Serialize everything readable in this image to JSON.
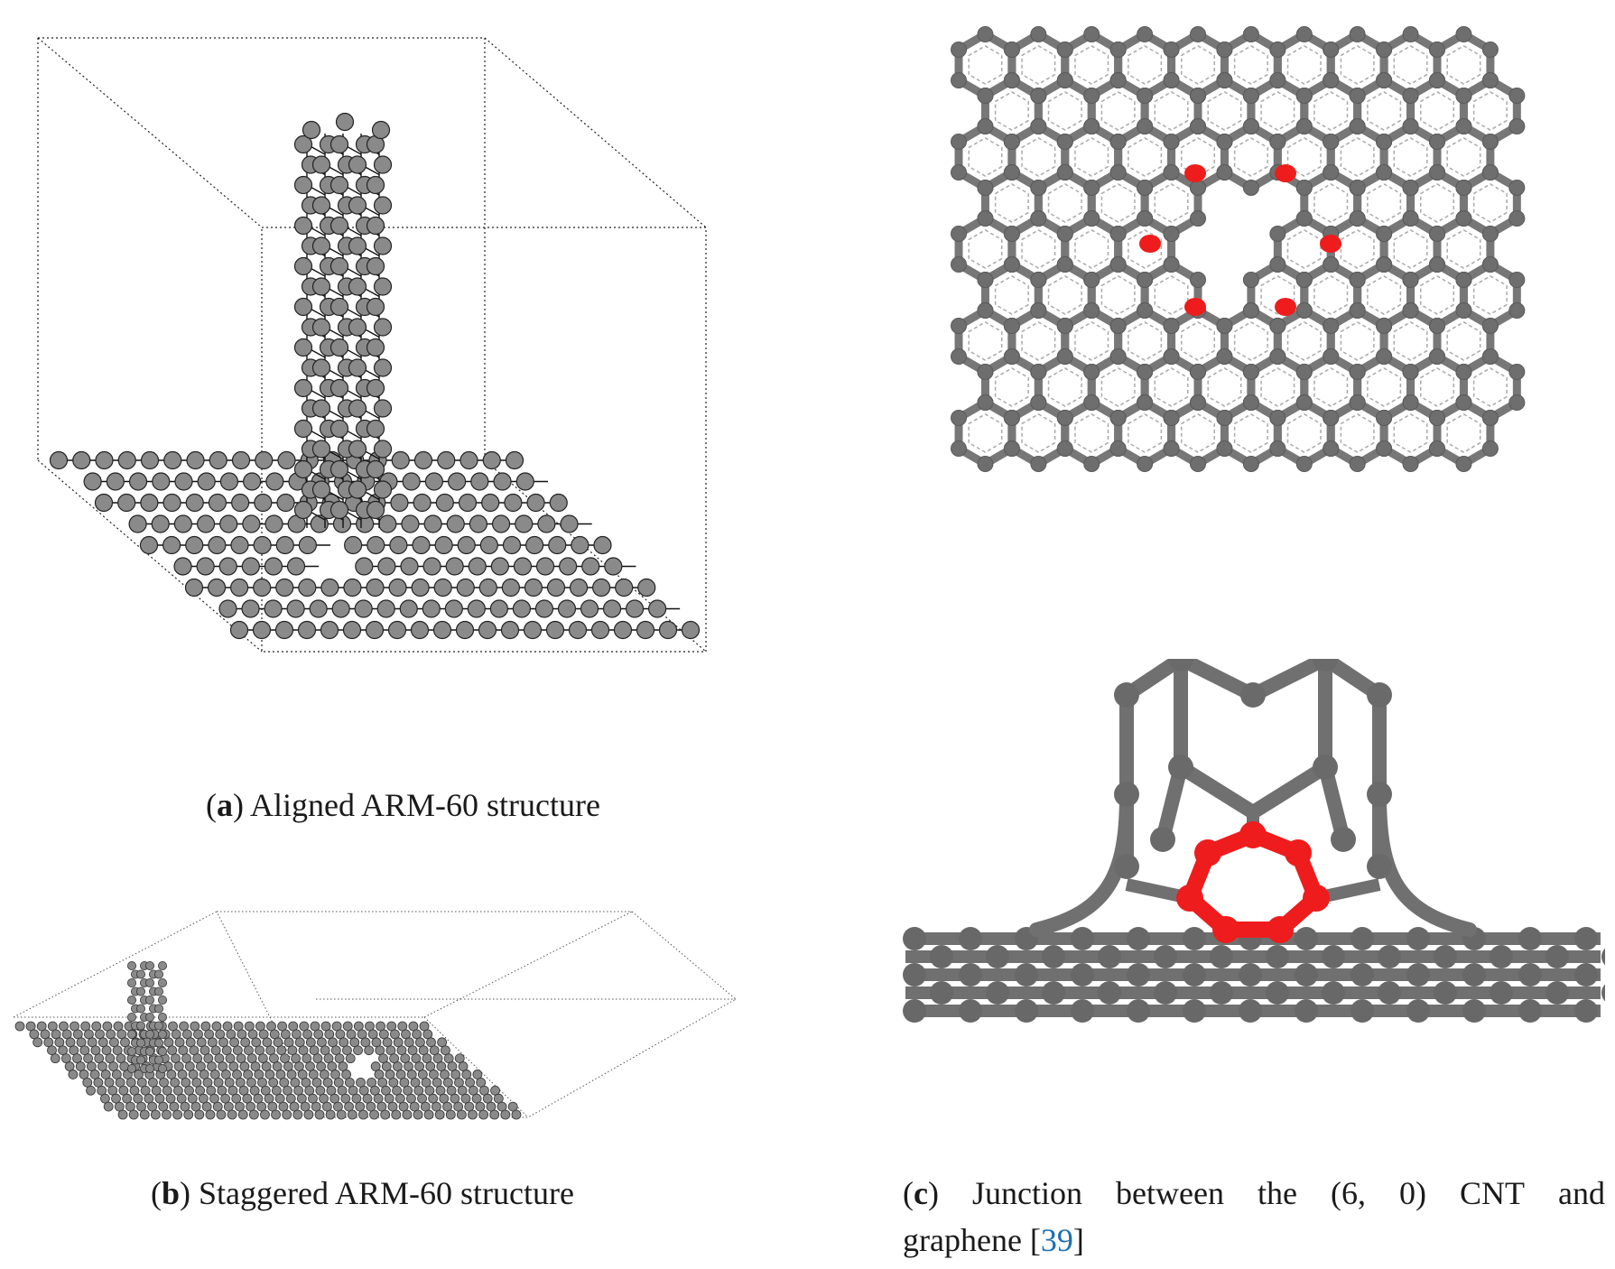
{
  "figure": {
    "panel_a": {
      "label": "a",
      "caption": "Aligned ARM-60 structure"
    },
    "panel_b": {
      "label": "b",
      "caption": "Staggered ARM-60 structure"
    },
    "panel_c": {
      "label": "c",
      "caption_words": [
        "Junction",
        "between",
        "the",
        "(6,",
        "0)",
        "CNT",
        "and"
      ],
      "caption_line2": "graphene [",
      "citation": "39",
      "caption_end": "]"
    },
    "colors": {
      "atom_gray": "#8a8a8a",
      "atom_dark": "#6f6f6f",
      "highlight_red": "#ee1c1c",
      "cite_blue": "#1f6fb2"
    }
  }
}
